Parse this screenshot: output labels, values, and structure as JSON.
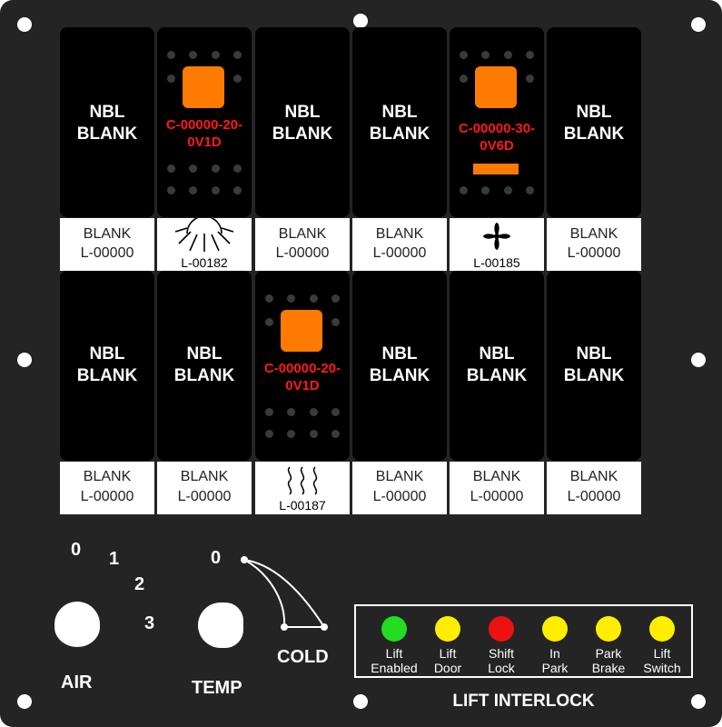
{
  "panel": {
    "switches_row1": [
      {
        "type": "blank",
        "line1": "NBL",
        "line2": "BLANK",
        "label_line1": "BLANK",
        "label_line2": "L-00000"
      },
      {
        "type": "active",
        "code1": "C-00000-20-",
        "code2": "0V1D",
        "icon": "sun-icon",
        "label_code": "L-00182"
      },
      {
        "type": "blank",
        "line1": "NBL",
        "line2": "BLANK",
        "label_line1": "BLANK",
        "label_line2": "L-00000"
      },
      {
        "type": "blank",
        "line1": "NBL",
        "line2": "BLANK",
        "label_line1": "BLANK",
        "label_line2": "L-00000"
      },
      {
        "type": "active",
        "code1": "C-00000-30-",
        "code2": "0V6D",
        "icon": "fan-icon",
        "label_code": "L-00185"
      },
      {
        "type": "blank",
        "line1": "NBL",
        "line2": "BLANK",
        "label_line1": "BLANK",
        "label_line2": "L-00000"
      }
    ],
    "switches_row2": [
      {
        "type": "blank",
        "line1": "NBL",
        "line2": "BLANK",
        "label_line1": "BLANK",
        "label_line2": "L-00000"
      },
      {
        "type": "blank",
        "line1": "NBL",
        "line2": "BLANK",
        "label_line1": "BLANK",
        "label_line2": "L-00000"
      },
      {
        "type": "active",
        "code1": "C-00000-20-",
        "code2": "0V1D",
        "icon": "heat-waves-icon",
        "label_code": "L-00187"
      },
      {
        "type": "blank",
        "line1": "NBL",
        "line2": "BLANK",
        "label_line1": "BLANK",
        "label_line2": "L-00000"
      },
      {
        "type": "blank",
        "line1": "NBL",
        "line2": "BLANK",
        "label_line1": "BLANK",
        "label_line2": "L-00000"
      },
      {
        "type": "blank",
        "line1": "NBL",
        "line2": "BLANK",
        "label_line1": "BLANK",
        "label_line2": "L-00000"
      }
    ],
    "air": {
      "title": "AIR",
      "positions": [
        "0",
        "1",
        "2",
        "3"
      ]
    },
    "temp": {
      "title": "TEMP",
      "position": "0",
      "cold_label": "COLD"
    },
    "interlock": {
      "title": "LIFT INTERLOCK",
      "indicators": [
        {
          "line1": "Lift",
          "line2": "Enabled",
          "color": "#22dd22"
        },
        {
          "line1": "Lift",
          "line2": "Door",
          "color": "#ffee00"
        },
        {
          "line1": "Shift",
          "line2": "Lock",
          "color": "#ee1111"
        },
        {
          "line1": "In",
          "line2": "Park",
          "color": "#ffee00"
        },
        {
          "line1": "Park",
          "line2": "Brake",
          "color": "#ffee00"
        },
        {
          "line1": "Lift",
          "line2": "Switch",
          "color": "#ffee00"
        }
      ]
    }
  }
}
